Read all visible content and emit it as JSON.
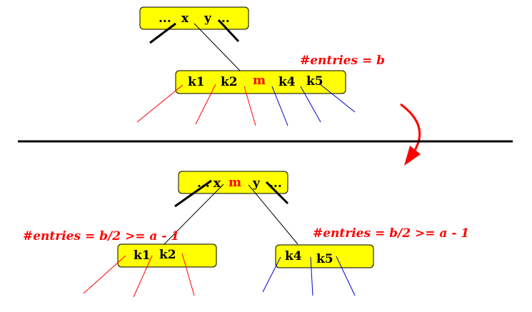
{
  "colors": {
    "node_fill": "#ffff00",
    "node_stroke": "#000000",
    "highlight": "#ff0000",
    "child_red": "#ff0000",
    "child_blue": "#0000cc",
    "line": "#000000"
  },
  "before": {
    "parent": {
      "left_dots": "...",
      "key_x": "x",
      "key_y": "y",
      "right_dots": "..."
    },
    "full_node": {
      "keys": [
        "k1",
        "k2",
        "m",
        "k4",
        "k5"
      ]
    },
    "annotation": "#entries = b"
  },
  "after": {
    "parent": {
      "left_dots": "...",
      "key_x": "x",
      "key_m": "m",
      "key_y": "y",
      "right_dots": "..."
    },
    "left_node": {
      "keys": [
        "k1",
        "k2"
      ]
    },
    "right_node": {
      "keys": [
        "k4",
        "k5"
      ]
    },
    "annotation_left": "#entries = b/2 >= a - 1",
    "annotation_right": "#entries = b/2 >= a - 1"
  },
  "arrow_icon": "curved-arrow-icon"
}
